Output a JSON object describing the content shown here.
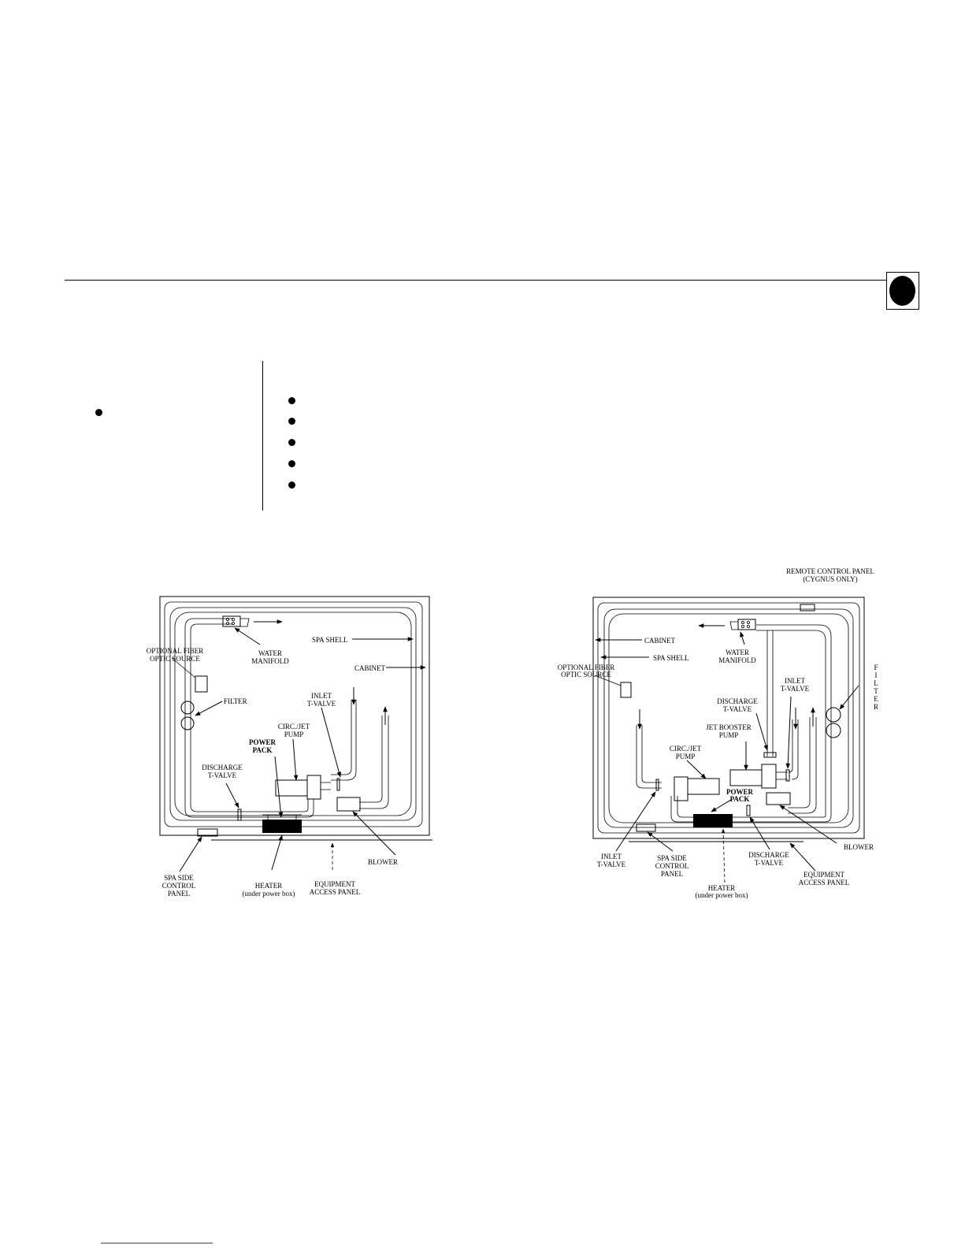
{
  "left_diagram": {
    "labels": {
      "optional_fiber_1": "OPTIONAL FIBER",
      "optional_fiber_2": "OPTIC SOURCE",
      "water_manifold_1": "WATER",
      "water_manifold_2": "MANIFOLD",
      "spa_shell": "SPA SHELL",
      "cabinet": "CABINET",
      "filter": "FILTER",
      "inlet_1": "INLET",
      "inlet_2": "T-VALVE",
      "circ_1": "CIRC./JET",
      "circ_2": "PUMP",
      "power_1": "POWER",
      "power_2": "PACK",
      "discharge_1": "DISCHARGE",
      "discharge_2": "T-VALVE",
      "blower": "BLOWER",
      "spa_side_1": "SPA SIDE",
      "spa_side_2": "CONTROL",
      "spa_side_3": "PANEL",
      "heater_1": "HEATER",
      "heater_2": "(under power box)",
      "equip_1": "EQUIPMENT",
      "equip_2": "ACCESS PANEL"
    }
  },
  "right_diagram": {
    "labels": {
      "remote_1": "REMOTE CONTROL PANEL",
      "remote_2": "(CYGNUS ONLY)",
      "cabinet": "CABINET",
      "spa_shell": "SPA SHELL",
      "water_manifold_1": "WATER",
      "water_manifold_2": "MANIFOLD",
      "optional_fiber_1": "OPTIONAL FIBER",
      "optional_fiber_2": "OPTIC SOURCE",
      "inlet_1": "INLET",
      "inlet_2": "T-VALVE",
      "filter_v": [
        "F",
        "I",
        "L",
        "T",
        "E",
        "R"
      ],
      "discharge_top_1": "DISCHARGE",
      "discharge_top_2": "T-VALVE",
      "jet_booster_1": "JET BOOSTER",
      "jet_booster_2": "PUMP",
      "circ_1": "CIRC./JET",
      "circ_2": "PUMP",
      "power_1": "POWER",
      "power_2": "PACK",
      "blower": "BLOWER",
      "inlet_bottom_1": "INLET",
      "inlet_bottom_2": "T-VALVE",
      "spa_side_1": "SPA SIDE",
      "spa_side_2": "CONTROL",
      "spa_side_3": "PANEL",
      "discharge_bottom_1": "DISCHARGE",
      "discharge_bottom_2": "T-VALVE",
      "equip_1": "EQUIPMENT",
      "equip_2": "ACCESS PANEL",
      "heater_1": "HEATER",
      "heater_2": "(under power box)"
    }
  }
}
